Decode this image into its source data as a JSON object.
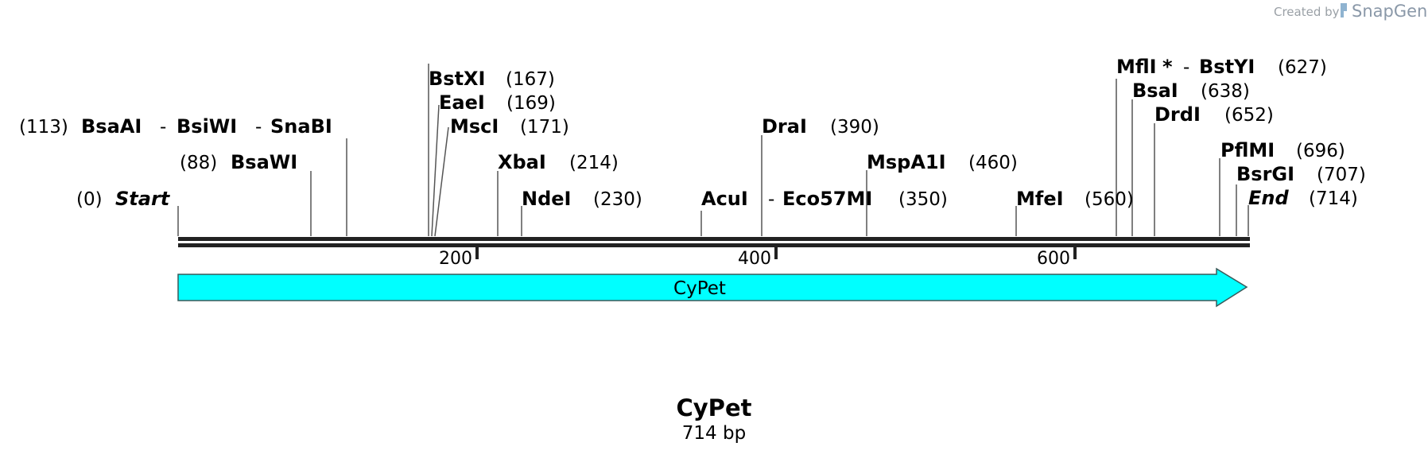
{
  "credit": {
    "created_by": "Created by",
    "brand": "SnapGene"
  },
  "sequence": {
    "name": "CyPet",
    "length_label": "714 bp",
    "length_bp": 714
  },
  "axis": {
    "ticks": [
      {
        "value": 200,
        "label": "200"
      },
      {
        "value": 400,
        "label": "400"
      },
      {
        "value": 600,
        "label": "600"
      }
    ]
  },
  "feature": {
    "label": "CyPet",
    "start": 1,
    "end": 714,
    "direction": "forward",
    "color": "#00ffff",
    "stroke": "#3a5a5a"
  },
  "sites": [
    {
      "label": "Start",
      "pos": "(0)",
      "style": "terminal"
    },
    {
      "label": "BsaWI",
      "pos": "(88)"
    },
    {
      "label": "BsaAI",
      "pos": "(113)"
    },
    {
      "label": "BsiWI",
      "pos": ""
    },
    {
      "label": "SnaBI",
      "pos": ""
    },
    {
      "label": "BstXI",
      "pos": "(167)"
    },
    {
      "label": "EaeI",
      "pos": "(169)"
    },
    {
      "label": "MscI",
      "pos": "(171)"
    },
    {
      "label": "XbaI",
      "pos": "(214)"
    },
    {
      "label": "NdeI",
      "pos": "(230)"
    },
    {
      "label": "AcuI",
      "pos": ""
    },
    {
      "label": "Eco57MI",
      "pos": "(350)"
    },
    {
      "label": "DraI",
      "pos": "(390)"
    },
    {
      "label": "MspA1I",
      "pos": "(460)"
    },
    {
      "label": "MfeI",
      "pos": "(560)"
    },
    {
      "label": "MflI",
      "pos": "",
      "note": "*"
    },
    {
      "label": "BstYI",
      "pos": "(627)"
    },
    {
      "label": "BsaI",
      "pos": "(638)"
    },
    {
      "label": "DrdI",
      "pos": "(652)"
    },
    {
      "label": "PflMI",
      "pos": "(696)"
    },
    {
      "label": "BsrGI",
      "pos": "(707)"
    },
    {
      "label": "End",
      "pos": "(714)",
      "style": "terminal"
    }
  ],
  "separators": {
    "dash": "-"
  },
  "colors": {
    "backbone": "#222222",
    "site_line": "#555555",
    "feature_fill": "#00ffff",
    "logo": "#8a98a8"
  }
}
